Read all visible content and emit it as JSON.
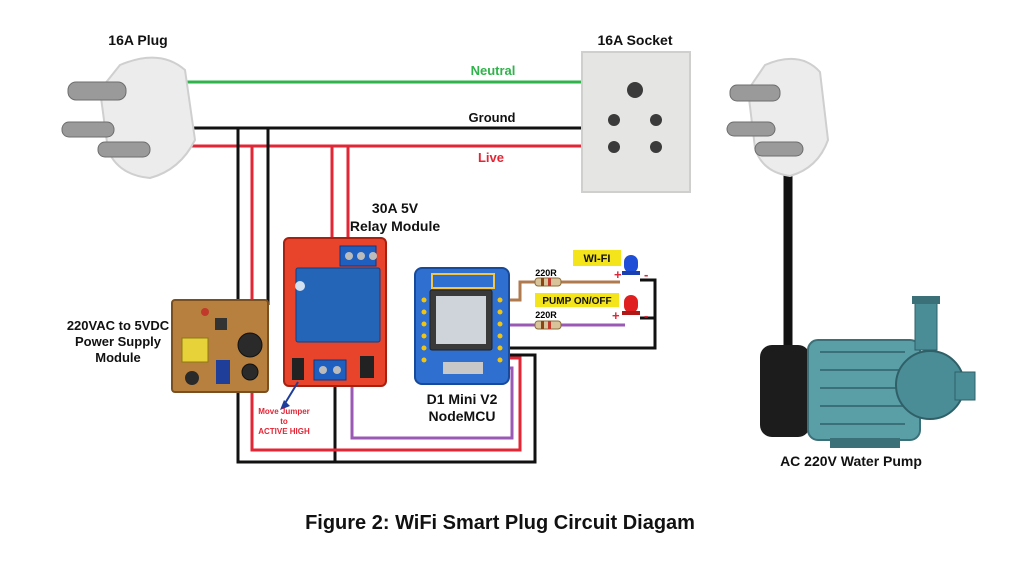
{
  "labels": {
    "plug_left": "16A Plug",
    "socket": "16A Socket",
    "neutral": "Neutral",
    "ground": "Ground",
    "live": "Live",
    "relay_line1": "30A 5V",
    "relay_line2": "Relay Module",
    "psu_line1": "220VAC to 5VDC",
    "psu_line2": "Power Supply",
    "psu_line3": "Module",
    "jumper_line1": "Move Jumper",
    "jumper_line2": "to",
    "jumper_line3": "ACTIVE HIGH",
    "mcu_line1": "D1 Mini V2",
    "mcu_line2": "NodeMCU",
    "led_wifi": "WI-FI",
    "led_pump": "PUMP ON/OFF",
    "resistor_1": "220R",
    "resistor_2": "220R",
    "plus_1": "+",
    "minus_1": "-",
    "plus_2": "+",
    "minus_2": "-",
    "pump": "AC 220V Water Pump",
    "caption": "Figure 2: WiFi Smart Plug Circuit Diagam"
  },
  "colors": {
    "neutral_wire": "#2fb34a",
    "ground_wire": "#111111",
    "live_wire": "#e32636",
    "signal_wire": "#9b59b6",
    "signal_wire_2": "#b07a4f",
    "relay_board": "#e8432b",
    "relay_body": "#2565b8",
    "mcu_board": "#2e6fd0",
    "neutral_text": "#2fb34a",
    "live_text": "#e32636",
    "led_label_bg": "#f4e41c",
    "jumper_text": "#e32636",
    "pump_body": "#5a9ea6"
  }
}
